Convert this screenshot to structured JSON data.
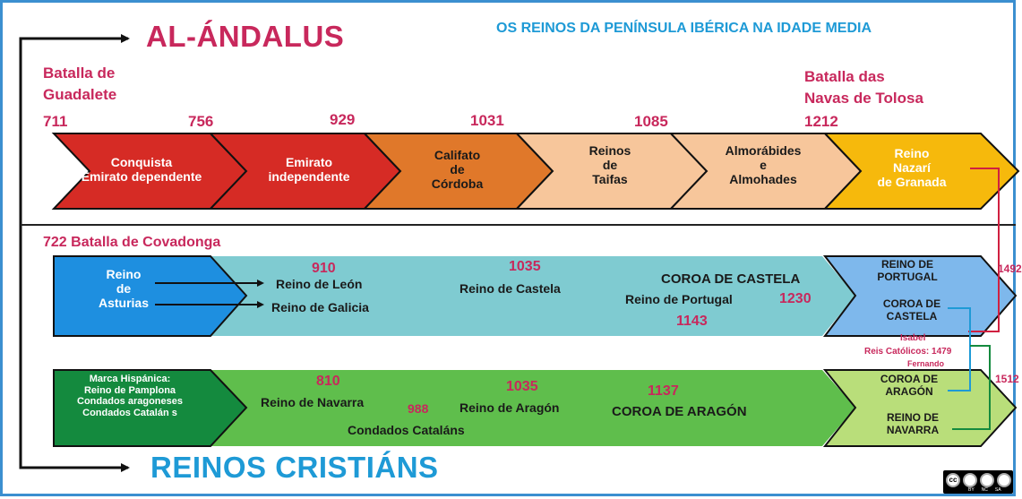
{
  "colors": {
    "border": "#3b8fd0",
    "heading_red": "#c8285c",
    "heading_blue": "#1e9ad6",
    "conquista": "#d62b25",
    "emirato": "#d62b25",
    "califato": "#e0782a",
    "taifas": "#f7c69b",
    "almoravides": "#f7c69b",
    "nazari": "#f6b90c",
    "asturias": "#1e8fe0",
    "leon_band": "#7fcbd1",
    "portugal_castela_box": "#7eb8ec",
    "marca": "#148a3e",
    "navarra_band": "#5fbe4c",
    "aragon_navarra_box": "#b9de7a",
    "line_red": "#d02040",
    "line_blue": "#1e9ad6",
    "line_green": "#148a3e"
  },
  "title": "OS REINOS DA PENÍNSULA IBÉRICA NA IDADE MEDIA",
  "al_andalus": {
    "heading": "AL-ÁNDALUS",
    "battle_left": [
      "Batalla de",
      "Guadalete"
    ],
    "battle_right": [
      "Batalla das",
      "Navas de Tolosa"
    ],
    "years": [
      "711",
      "756",
      "929",
      "1031",
      "1085",
      "1212"
    ],
    "stages": [
      {
        "lines": [
          "Conquista",
          "Emirato dependente"
        ]
      },
      {
        "lines": [
          "Emirato",
          "independente"
        ]
      },
      {
        "lines": [
          "Califato",
          "de",
          "Córdoba"
        ]
      },
      {
        "lines": [
          "Reinos",
          "de",
          "Taifas"
        ]
      },
      {
        "lines": [
          "Almorábides",
          "e",
          "Almohades"
        ]
      },
      {
        "lines": [
          "Reino",
          "Nazarí",
          "de Granada"
        ]
      }
    ]
  },
  "cristians": {
    "heading": "REINOS CRISTIÁNS",
    "covadonga": "722 Batalla de Covadonga",
    "row1": {
      "start": [
        "Reino",
        "de",
        "Asturias"
      ],
      "y910": "910",
      "leon": "Reino de León",
      "galicia": "Reino de Galicia",
      "y1035": "1035",
      "castela": "Reino de Castela",
      "coroa_castela": "COROA DE CASTELA",
      "portugal": "Reino de Portugal",
      "y1230": "1230",
      "y1143": "1143",
      "end_top": [
        "REINO DE",
        "PORTUGAL"
      ],
      "end_bottom": [
        "COROA DE",
        "CASTELA"
      ],
      "y1492": "1492"
    },
    "catolicos": [
      "Isabel",
      "Reis Católicos: 1479",
      "Fernando"
    ],
    "row2": {
      "start": [
        "Marca Hispánica:",
        "Reino de Pamplona",
        "Condados aragoneses",
        "Condados Catalán s"
      ],
      "y810": "810",
      "navarra": "Reino de Navarra",
      "y988": "988",
      "y1035": "1035",
      "aragon": "Reino de Aragón",
      "y1137": "1137",
      "coroa_aragon": "COROA DE ARAGÓN",
      "condados": "Condados Cataláns",
      "end_top": [
        "COROA DE",
        "ARAGÓN"
      ],
      "end_bottom": [
        "REINO DE",
        "NAVARRA"
      ],
      "y1512": "1512"
    }
  },
  "license": {
    "badge": "cc",
    "labels": [
      "BY",
      "NC",
      "SA"
    ]
  }
}
